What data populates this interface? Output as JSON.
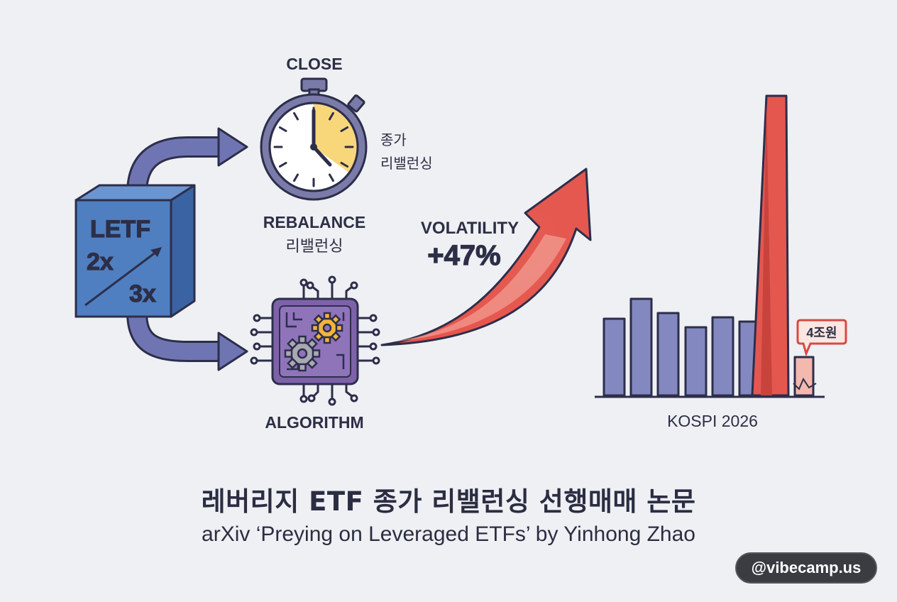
{
  "labels": {
    "letf": "LETF",
    "lev2x": "2x",
    "lev3x": "3x",
    "close": "CLOSE",
    "close_kr_line1": "종가",
    "close_kr_line2": "리밸런싱",
    "rebalance": "REBALANCE",
    "rebalance_kr": "리밸런싱",
    "algorithm": "ALGORITHM",
    "volatility": "VOLATILITY",
    "volatility_change": "+47%",
    "kospi": "KOSPI 2026",
    "callout": "4조원"
  },
  "title": "레버리지 ETF 종가 리밸런싱 선행매매 논문",
  "subtitle": "arXiv ‘Preying on Leveraged ETFs’ by Yinhong Zhao",
  "badge": "@vibecamp.us",
  "colors": {
    "background": "#eef0f4",
    "box_blue": "#4f7fc0",
    "arrow_purple": "#6f75b3",
    "chip_purple": "#7d62a9",
    "clock_yellow": "#f8d77b",
    "accent_red": "#e4574f",
    "bar_blue": "#8389c0",
    "text_dark": "#2b2d42"
  },
  "chart_data": {
    "type": "bar",
    "xlabel": "KOSPI 2026",
    "values": [
      0.54,
      0.68,
      0.58,
      0.48,
      0.55,
      0.52,
      2.11,
      0.27
    ],
    "highlight_index": 6,
    "annotation": "4조원"
  }
}
